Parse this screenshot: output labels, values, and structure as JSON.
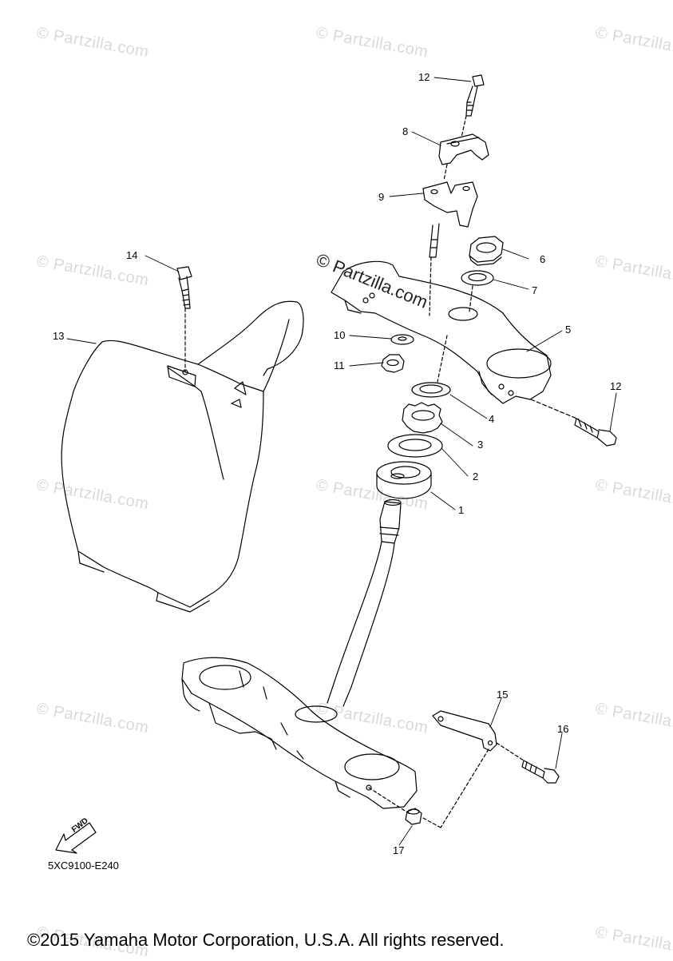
{
  "callouts": {
    "c1": "1",
    "c2": "2",
    "c3": "3",
    "c4": "4",
    "c5": "5",
    "c6": "6",
    "c7": "7",
    "c8": "8",
    "c9": "9",
    "c10": "10",
    "c11": "11",
    "c12a": "12",
    "c12b": "12",
    "c13": "13",
    "c14": "14",
    "c15": "15",
    "c16": "16",
    "c17": "17"
  },
  "watermark": {
    "text": "© Partzilla.com",
    "center_text": "© Partzilla.com"
  },
  "fwd_label": "FWD",
  "diagram_code": "5XC9100-E240",
  "copyright": "©2015 Yamaha Motor Corporation, U.S.A. All rights reserved.",
  "colors": {
    "line": "#000000",
    "watermark": "#d9d9d9",
    "background": "#ffffff"
  }
}
